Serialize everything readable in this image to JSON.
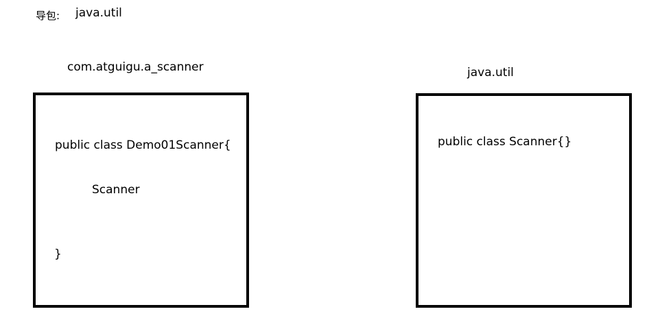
{
  "header": {
    "label": "导包:",
    "value": "java.util"
  },
  "left": {
    "package": "com.atguigu.a_scanner",
    "class_decl": "public class Demo01Scanner{",
    "field": "Scanner",
    "close": "}"
  },
  "right": {
    "package": "java.util",
    "class_decl": "public class Scanner{}"
  }
}
